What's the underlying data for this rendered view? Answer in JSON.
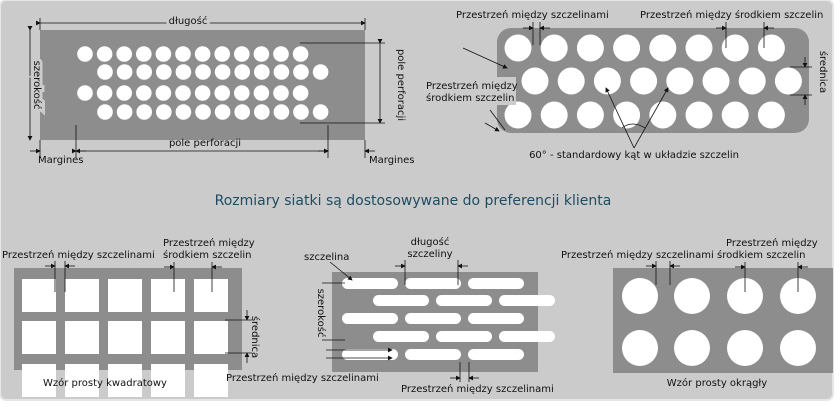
{
  "colors": {
    "panel": "#cbcbcb",
    "plate": "#8d8d8d",
    "hole": "#ffffff",
    "caption": "#1e4d63",
    "text": "#111111"
  },
  "panel1": {
    "dlugosc": "długość",
    "szerokosc": "szerokość",
    "pole_perforacji_vertical": "pole perforacji",
    "pole_perforacji": "pole perforacji",
    "margines_left": "Margines",
    "margines_right": "Margines"
  },
  "panel2": {
    "space_between_slots": "Przestrzeń między szczelinami",
    "space_between_centers": "Przestrzeń między środkiem szczelin",
    "space_between_centers_left_1": "Przestrzeń między",
    "space_between_centers_left_2": "środkiem szczelin",
    "srednica": "średnica",
    "angle_note": "60° - standardowy kąt w układzie szczelin"
  },
  "caption": "Rozmiary siatki są dostosowywane do preferencji klienta",
  "panel3": {
    "space_between_slots": "Przestrzeń między szczelinami",
    "space_centers_1": "Przestrzeń między",
    "space_centers_2": "środkiem szczelin",
    "srednica": "średnica",
    "title": "Wzór prosty kwadratowy"
  },
  "panel4": {
    "szczelina": "szczelina",
    "dlugosc_1": "długość",
    "dlugosc_2": "szczeliny",
    "szerokosc": "szerokość",
    "space_between_slots_bottom": "Przestrzeń między szczelinami",
    "space_between_slots_right": "Przestrzeń między szczelinami"
  },
  "panel5": {
    "space_between_slots": "Przestrzeń między szczelinami",
    "space_centers_1": "Przestrzeń między",
    "space_centers_2": "środkiem szczelin",
    "title": "Wzór prosty okrągły"
  }
}
